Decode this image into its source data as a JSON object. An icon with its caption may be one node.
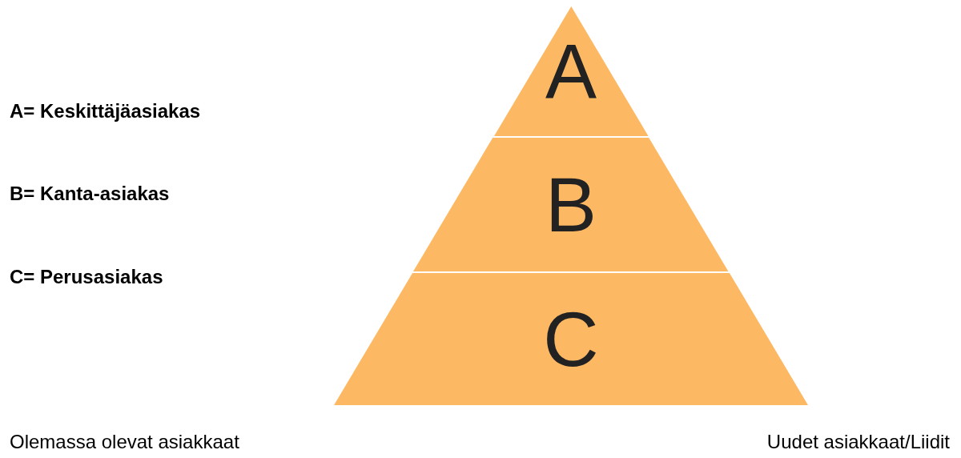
{
  "diagram": {
    "nodes": [
      {
        "text": [
          "A"
        ]
      },
      {
        "text": [
          "B"
        ]
      },
      {
        "text": [
          "C"
        ]
      }
    ],
    "labels": [
      "A= Keskittäjäasiakas",
      "B= Kanta-asiakas",
      "C= Perusasiakas",
      "Olemassa olevat asiakkaat",
      "Uudet asiakkaat/Liidit"
    ]
  }
}
